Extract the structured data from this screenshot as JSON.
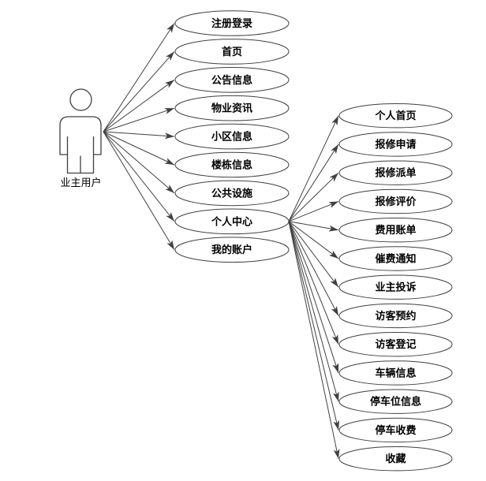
{
  "diagram_type": "uml-use-case",
  "colors": {
    "stroke": "#404040",
    "fill": "#ffffff",
    "text": "#000000",
    "background": "#ffffff"
  },
  "actor": {
    "label": "业主用户"
  },
  "hub_label": "个人中心",
  "primary_use_cases": [
    "注册登录",
    "首页",
    "公告信息",
    "物业资讯",
    "小区信息",
    "楼栋信息",
    "公共设施",
    "个人中心",
    "我的账户"
  ],
  "secondary_use_cases": [
    "个人首页",
    "报修申请",
    "报修派单",
    "报修评价",
    "费用账单",
    "催费通知",
    "业主投诉",
    "访客预约",
    "访客登记",
    "车辆信息",
    "停车位信息",
    "停车收费",
    "收藏"
  ]
}
